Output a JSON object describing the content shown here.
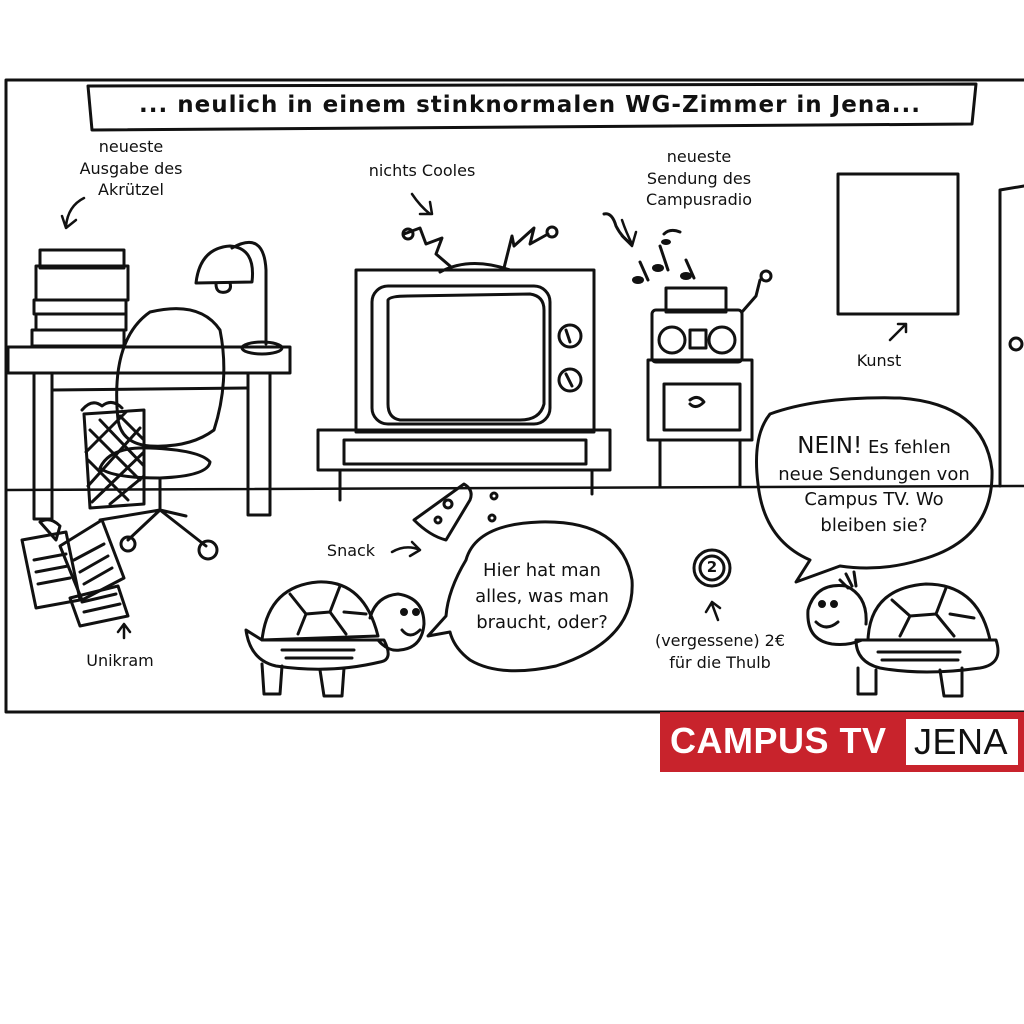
{
  "caption": "... neulich in einem stinknormalen WG-Zimmer in Jena...",
  "labels": {
    "akruetzel": [
      "neueste",
      "Ausgabe des",
      "Akrützel"
    ],
    "nichts_cooles": "nichts Cooles",
    "campusradio": [
      "neueste",
      "Sendung des",
      "Campusradio"
    ],
    "kunst": "Kunst",
    "snack": "Snack",
    "unikram": "Unikram",
    "thulb": [
      "(vergessene) 2€",
      "für die Thulb"
    ],
    "coin_value": "2"
  },
  "speech": {
    "left": [
      "Hier hat man",
      "alles, was man",
      "braucht, oder?"
    ],
    "right_emphasis": "NEIN!",
    "right_first": "Es fehlen",
    "right": [
      "neue Sendungen von",
      "Campus TV. Wo",
      "bleiben sie?"
    ]
  },
  "logo": {
    "left": "CAMPUS TV",
    "right": "JENA",
    "color": "#c8232c"
  }
}
